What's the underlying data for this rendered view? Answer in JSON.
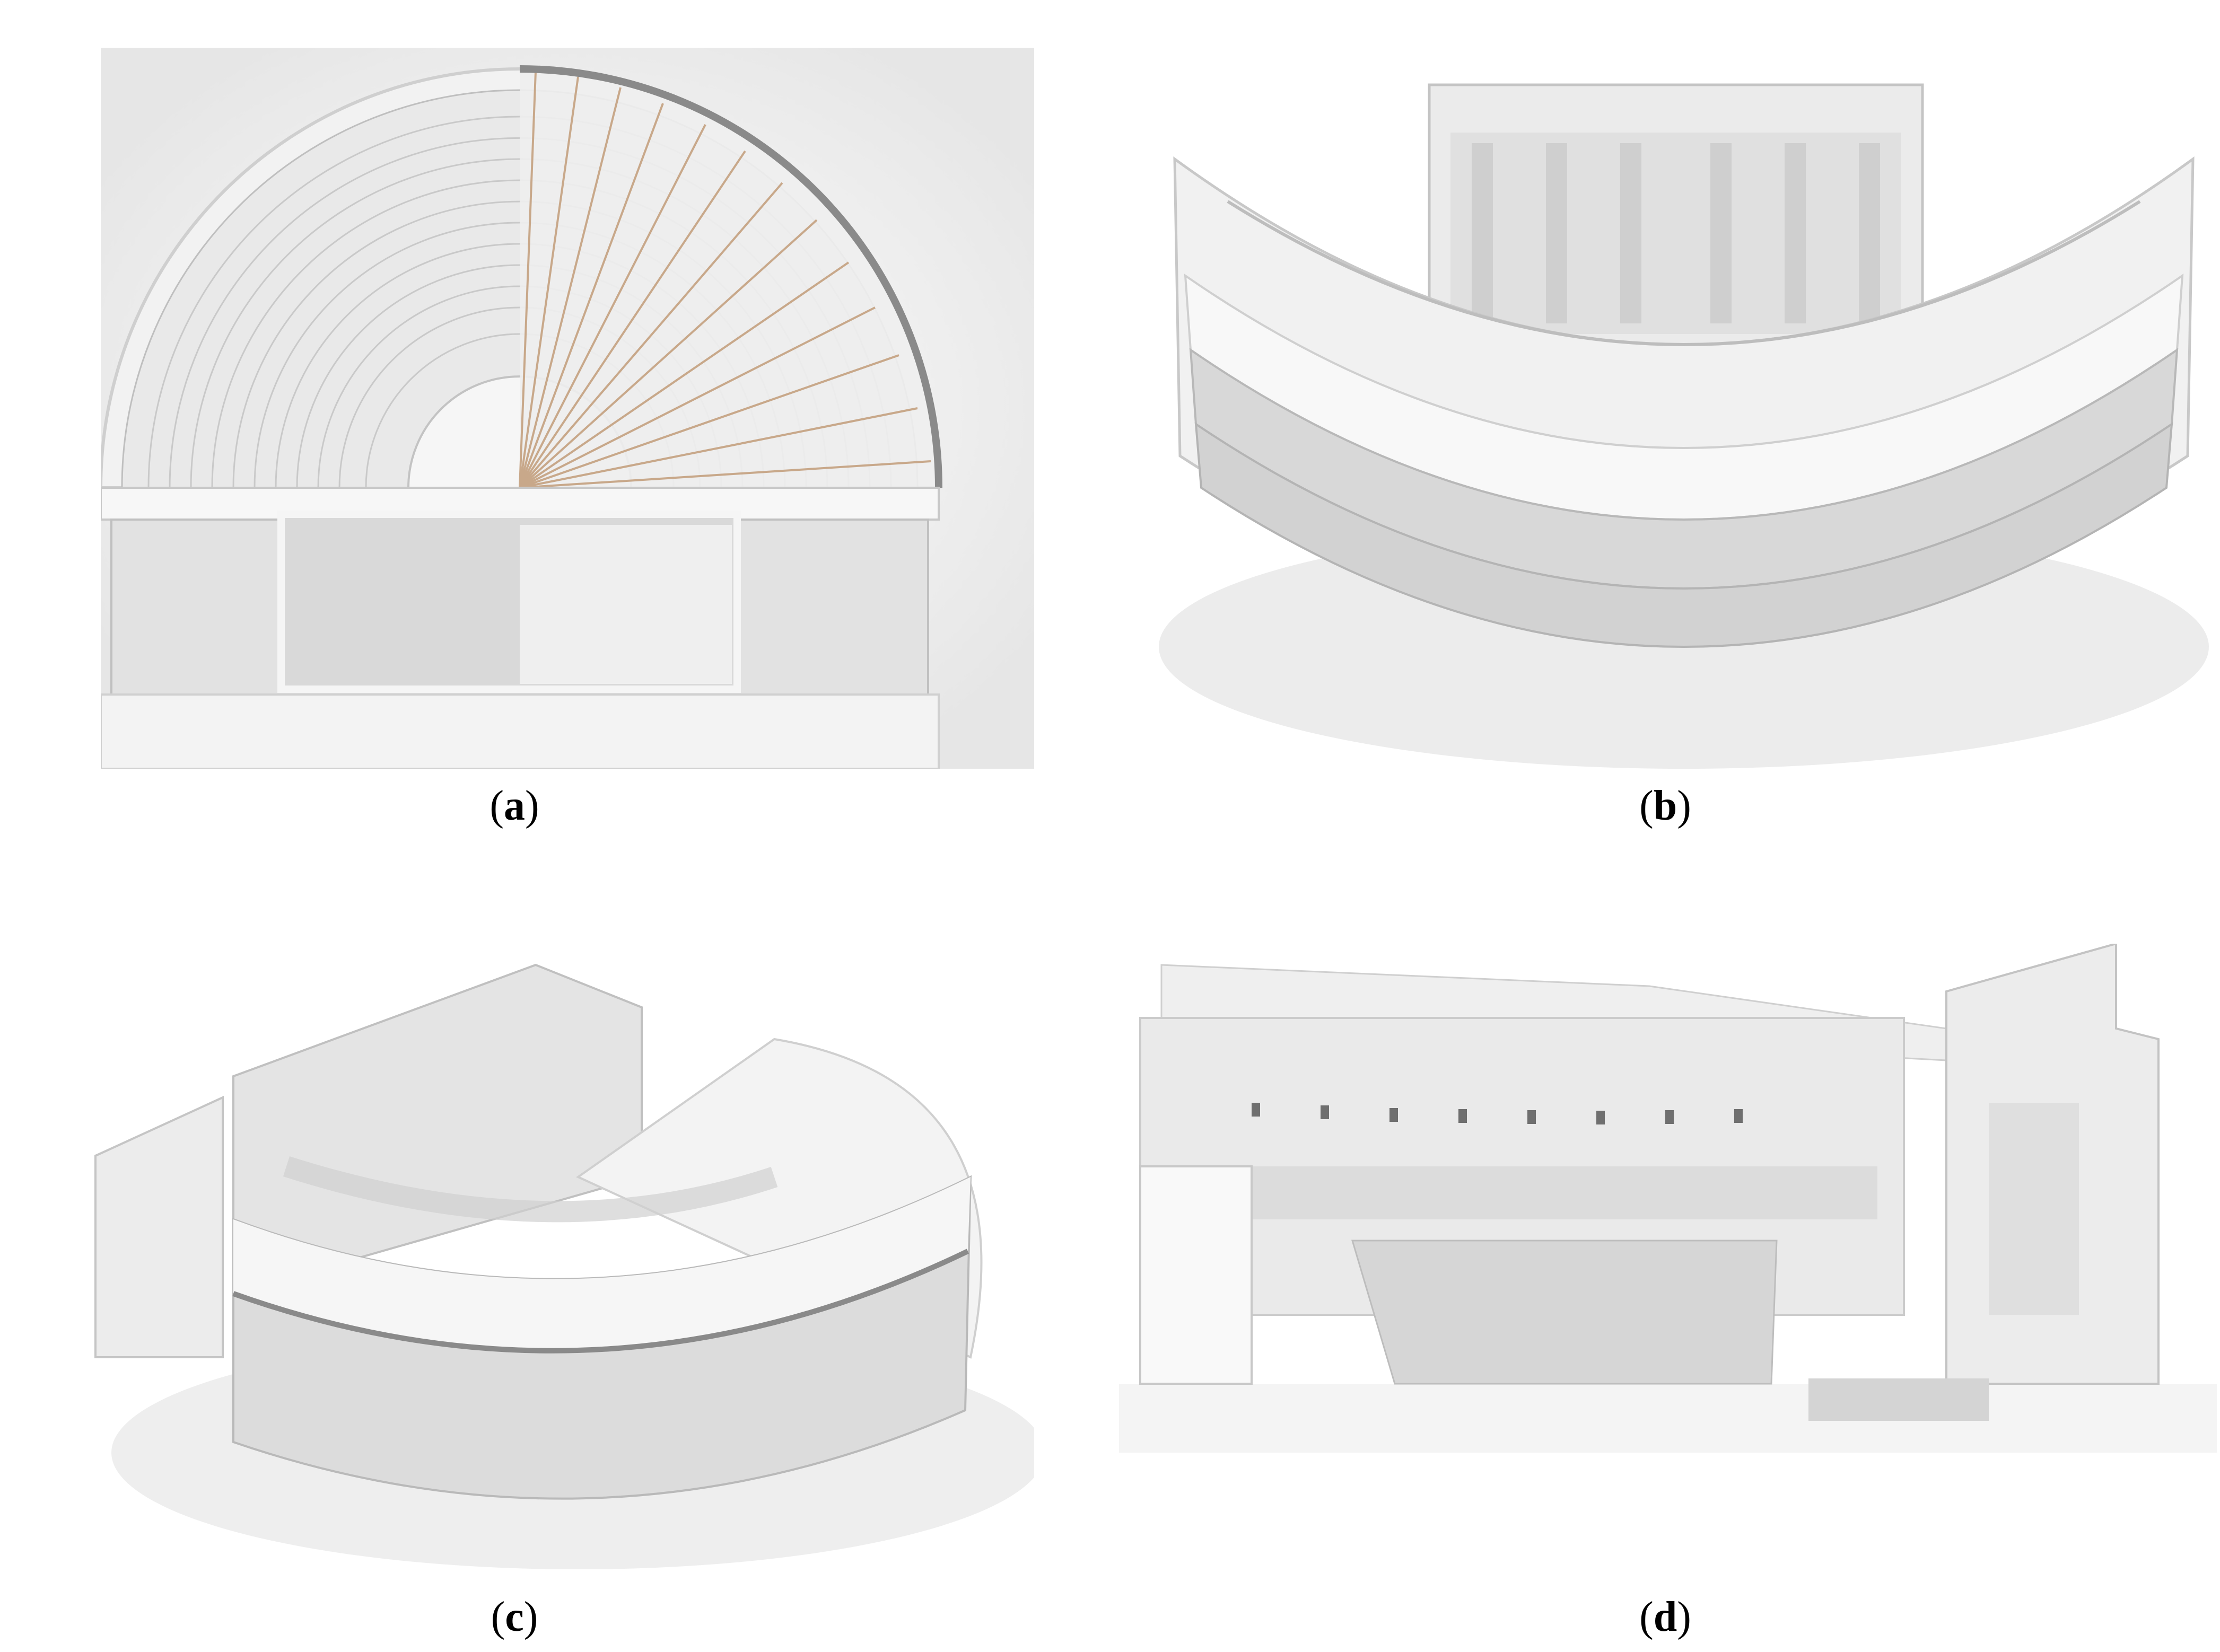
{
  "captions": {
    "a": {
      "open": "(",
      "letter": "a",
      "close": ")"
    },
    "b": {
      "open": "(",
      "letter": "b",
      "close": ")"
    },
    "c": {
      "open": "(",
      "letter": "c",
      "close": ")"
    },
    "d": {
      "open": "(",
      "letter": "d",
      "close": ")"
    }
  },
  "colors": {
    "background": "#ffffff",
    "model_light": "#f4f4f4",
    "model_mid": "#dcdcdc",
    "model_shadow": "#bdbdbd",
    "dark_band": "#8a8a8a",
    "velum_rope": "#c8a88a"
  }
}
